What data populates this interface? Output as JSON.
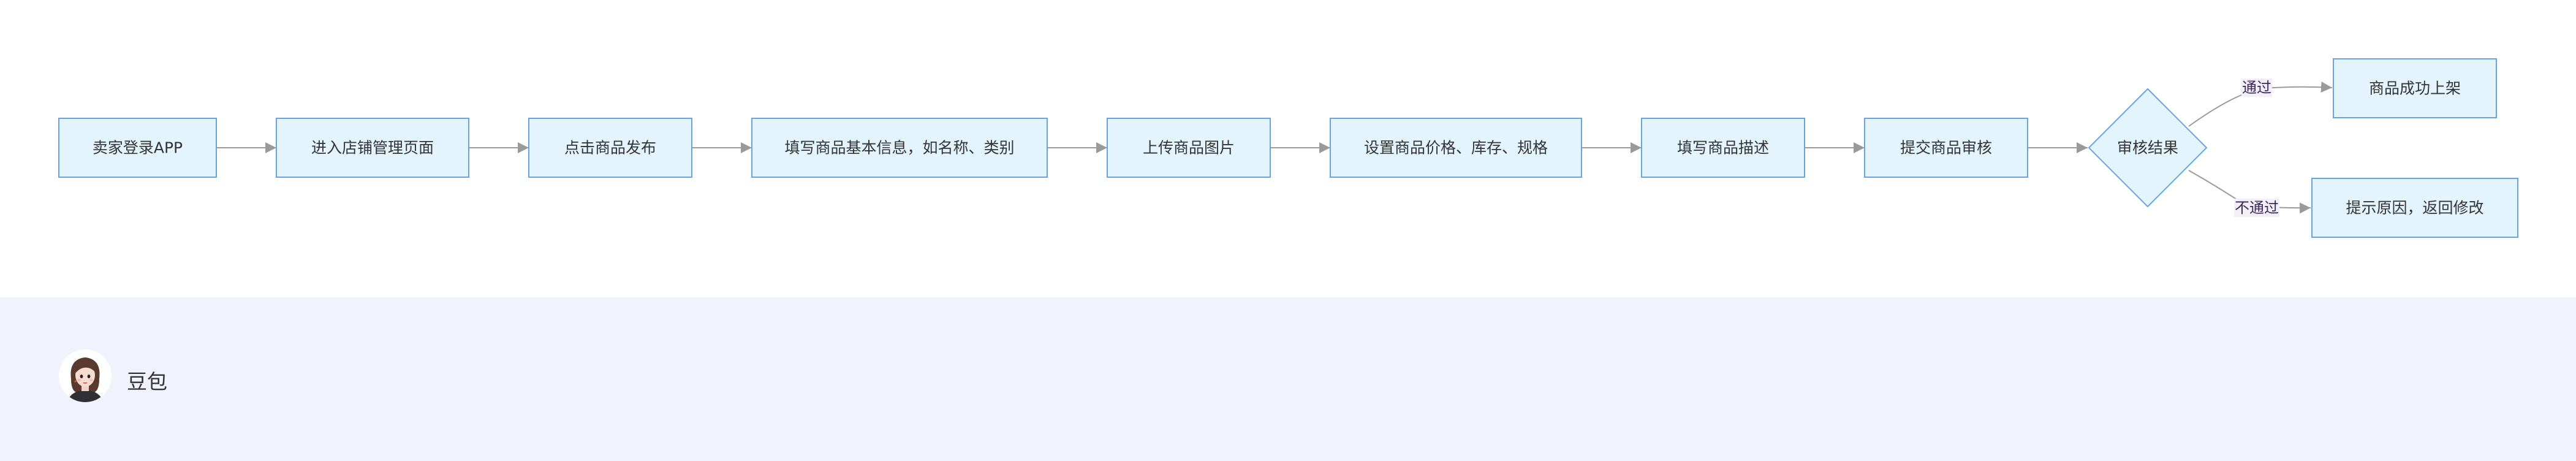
{
  "diagram": {
    "nodes": [
      {
        "id": "n1",
        "label": "卖家登录APP"
      },
      {
        "id": "n2",
        "label": "进入店铺管理页面"
      },
      {
        "id": "n3",
        "label": "点击商品发布"
      },
      {
        "id": "n4",
        "label": "填写商品基本信息，如名称、类别"
      },
      {
        "id": "n5",
        "label": "上传商品图片"
      },
      {
        "id": "n6",
        "label": "设置商品价格、库存、规格"
      },
      {
        "id": "n7",
        "label": "填写商品描述"
      },
      {
        "id": "n8",
        "label": "提交商品审核"
      },
      {
        "id": "d1",
        "label": "审核结果"
      },
      {
        "id": "r1",
        "label": "商品成功上架"
      },
      {
        "id": "r2",
        "label": "提示原因，返回修改"
      }
    ],
    "edges": [
      {
        "from": "n1",
        "to": "n2"
      },
      {
        "from": "n2",
        "to": "n3"
      },
      {
        "from": "n3",
        "to": "n4"
      },
      {
        "from": "n4",
        "to": "n5"
      },
      {
        "from": "n5",
        "to": "n6"
      },
      {
        "from": "n6",
        "to": "n7"
      },
      {
        "from": "n7",
        "to": "n8"
      },
      {
        "from": "n8",
        "to": "d1"
      },
      {
        "from": "d1",
        "to": "r1",
        "label": "通过"
      },
      {
        "from": "d1",
        "to": "r2",
        "label": "不通过"
      }
    ]
  },
  "footer": {
    "brand_name": "豆包",
    "avatar_icon": "avatar-icon"
  },
  "colors": {
    "node_fill": "#e3f4fc",
    "node_stroke": "#6aa3dc",
    "edge": "#9a9a9a",
    "footer_bg": "#f0f3fb"
  }
}
